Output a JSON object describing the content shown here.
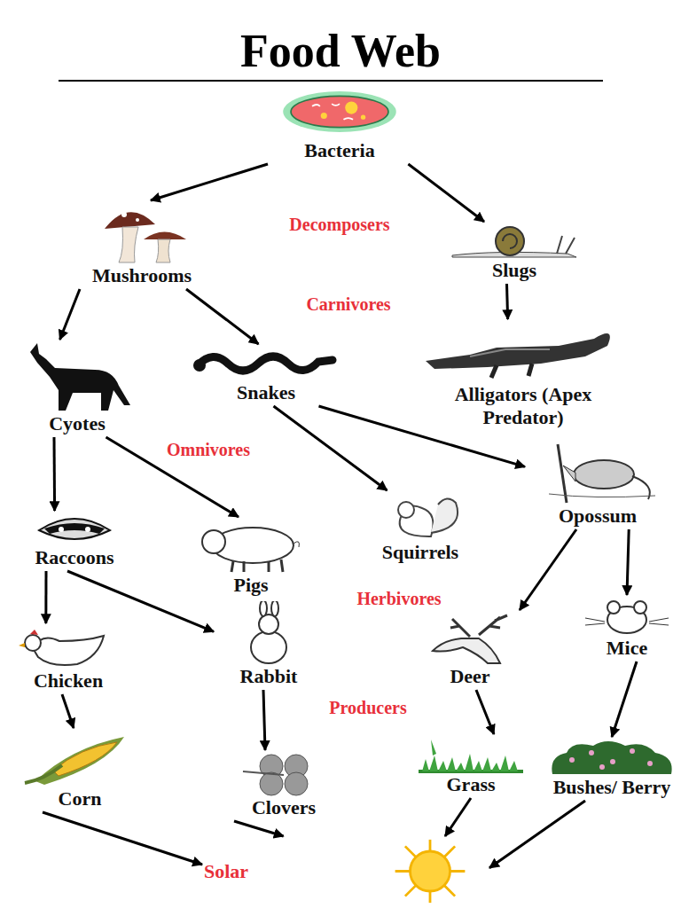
{
  "diagram": {
    "title": "Food Web",
    "nodes": [
      {
        "text": [
          "Bacteria"
        ]
      },
      {
        "text": [
          "Mushrooms"
        ]
      },
      {
        "text": [
          "Slugs"
        ]
      },
      {
        "text": [
          "Cyotes"
        ]
      },
      {
        "text": [
          "Snakes"
        ]
      },
      {
        "text": [
          "Alligators (Apex Predator)"
        ]
      },
      {
        "text": [
          "Raccoons"
        ]
      },
      {
        "text": [
          "Pigs"
        ]
      },
      {
        "text": [
          "Squirrels"
        ]
      },
      {
        "text": [
          "Opossum"
        ]
      },
      {
        "text": [
          "Chicken"
        ]
      },
      {
        "text": [
          "Rabbit"
        ]
      },
      {
        "text": [
          "Deer"
        ]
      },
      {
        "text": [
          "Mice"
        ]
      },
      {
        "text": [
          "Corn"
        ]
      },
      {
        "text": [
          "Clovers"
        ]
      },
      {
        "text": [
          "Grass"
        ]
      },
      {
        "text": [
          "Bushes/ Berry"
        ]
      },
      {
        "text": [
          "Solar"
        ]
      }
    ],
    "edges": [
      {
        "from": 0,
        "to": 1,
        "arrow": "to"
      },
      {
        "from": 0,
        "to": 2,
        "arrow": "to"
      },
      {
        "from": 1,
        "to": 3,
        "arrow": "to"
      },
      {
        "from": 1,
        "to": 4,
        "arrow": "to"
      },
      {
        "from": 2,
        "to": 5,
        "arrow": "to"
      },
      {
        "from": 3,
        "to": 6,
        "arrow": "to"
      },
      {
        "from": 3,
        "to": 7,
        "arrow": "to"
      },
      {
        "from": 4,
        "to": 8,
        "arrow": "to"
      },
      {
        "from": 4,
        "to": 9,
        "arrow": "to"
      },
      {
        "from": 6,
        "to": 10,
        "arrow": "to"
      },
      {
        "from": 6,
        "to": 11,
        "arrow": "to"
      },
      {
        "from": 9,
        "to": 12,
        "arrow": "to"
      },
      {
        "from": 9,
        "to": 13,
        "arrow": "to"
      },
      {
        "from": 10,
        "to": 14,
        "arrow": "to"
      },
      {
        "from": 11,
        "to": 15,
        "arrow": "to"
      },
      {
        "from": 12,
        "to": 16,
        "arrow": "to"
      },
      {
        "from": 13,
        "to": 17,
        "arrow": "to"
      },
      {
        "from": 14,
        "to": 18,
        "arrow": "to"
      },
      {
        "from": 15,
        "to": 18,
        "arrow": "to"
      },
      {
        "from": 16,
        "to": 18,
        "arrow": "to"
      },
      {
        "from": 17,
        "to": 18,
        "arrow": "to"
      }
    ],
    "labels": [
      "Decomposers",
      "Carnivores",
      "Omnivores",
      "Herbivores",
      "Producers"
    ]
  }
}
